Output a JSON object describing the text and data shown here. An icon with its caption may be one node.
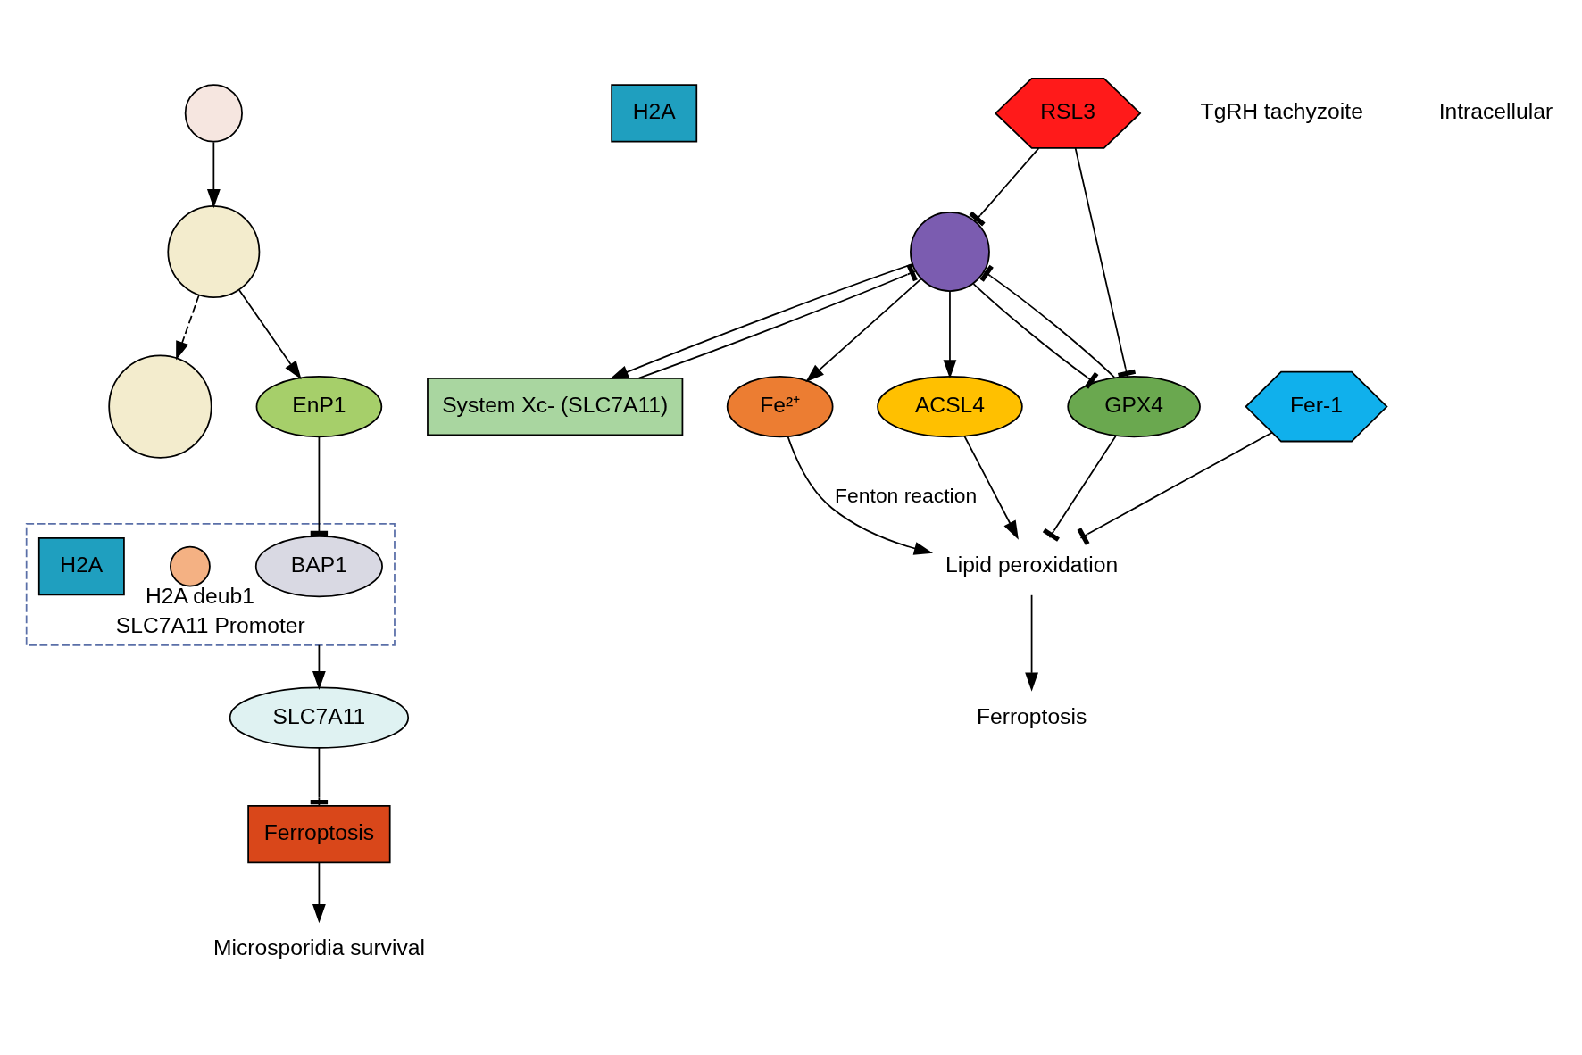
{
  "diagram": {
    "nodes": [
      {
        "text": [],
        "shape": "circle"
      },
      {
        "text": [],
        "shape": "circle"
      },
      {
        "text": [
          "Microsporidia survival"
        ]
      },
      {
        "text": [],
        "shape": "circle"
      },
      {
        "text": [
          "EnP1"
        ]
      },
      {
        "text": [
          "H2A"
        ]
      },
      {
        "text": [
          "SLC7A11 Promoter"
        ]
      },
      {
        "text": [
          "BAP1"
        ],
        "in": 6
      },
      {
        "text": [],
        "shape": "circle",
        "beside": [
          "H2A deub1"
        ],
        "in": 6
      },
      {
        "text": [
          "H2A"
        ],
        "in": 6
      },
      {
        "text": [
          "SLC7A11"
        ]
      },
      {
        "text": [
          "Ferroptosis"
        ]
      },
      {
        "text": [],
        "shape": "circle"
      },
      {
        "text": [
          "System Xc- (SLC7A11)"
        ]
      },
      {
        "text": [
          "RSL3"
        ]
      },
      {
        "text": [
          "Fe²⁺"
        ]
      },
      {
        "text": [
          "ACSL4"
        ]
      },
      {
        "text": [
          "GPX4"
        ]
      },
      {
        "text": [
          "Lipid peroxidation"
        ]
      },
      {
        "text": [
          "Fer-1"
        ]
      },
      {
        "text": [
          "Ferroptosis"
        ]
      }
    ],
    "edges": [
      {
        "from": 0,
        "to": 1,
        "arrow": "to"
      },
      {
        "from": 1,
        "to": 3,
        "arrow": "to",
        "style": "dashed"
      },
      {
        "from": 1,
        "to": 4,
        "arrow": "to"
      },
      {
        "from": 11,
        "to": 2,
        "arrow": "to"
      },
      {
        "from": 4,
        "to": 7,
        "arrow": "other"
      },
      {
        "from": 6,
        "to": 10,
        "arrow": "to"
      },
      {
        "from": 10,
        "to": 11,
        "arrow": "other"
      },
      {
        "from": 12,
        "to": 13,
        "arrow": "to"
      },
      {
        "from": 13,
        "to": 12,
        "arrow": "other"
      },
      {
        "from": 14,
        "to": 12,
        "arrow": "other"
      },
      {
        "from": 14,
        "to": 17,
        "arrow": "other"
      },
      {
        "from": 12,
        "to": 17,
        "arrow": "other"
      },
      {
        "from": 17,
        "to": 12,
        "arrow": "other"
      },
      {
        "from": 12,
        "to": 15,
        "arrow": "to"
      },
      {
        "from": 12,
        "to": 16,
        "arrow": "to"
      },
      {
        "from": 17,
        "to": 18,
        "arrow": "other"
      },
      {
        "from": 15,
        "to": 18,
        "arrow": "to",
        "label": "Fenton reaction"
      },
      {
        "from": 16,
        "to": 18,
        "arrow": "to"
      },
      {
        "from": 19,
        "to": 18,
        "arrow": "other"
      },
      {
        "from": 18,
        "to": 20,
        "arrow": "to"
      }
    ],
    "labels": [
      "TgRH tachyzoite",
      "Intracellular"
    ]
  }
}
